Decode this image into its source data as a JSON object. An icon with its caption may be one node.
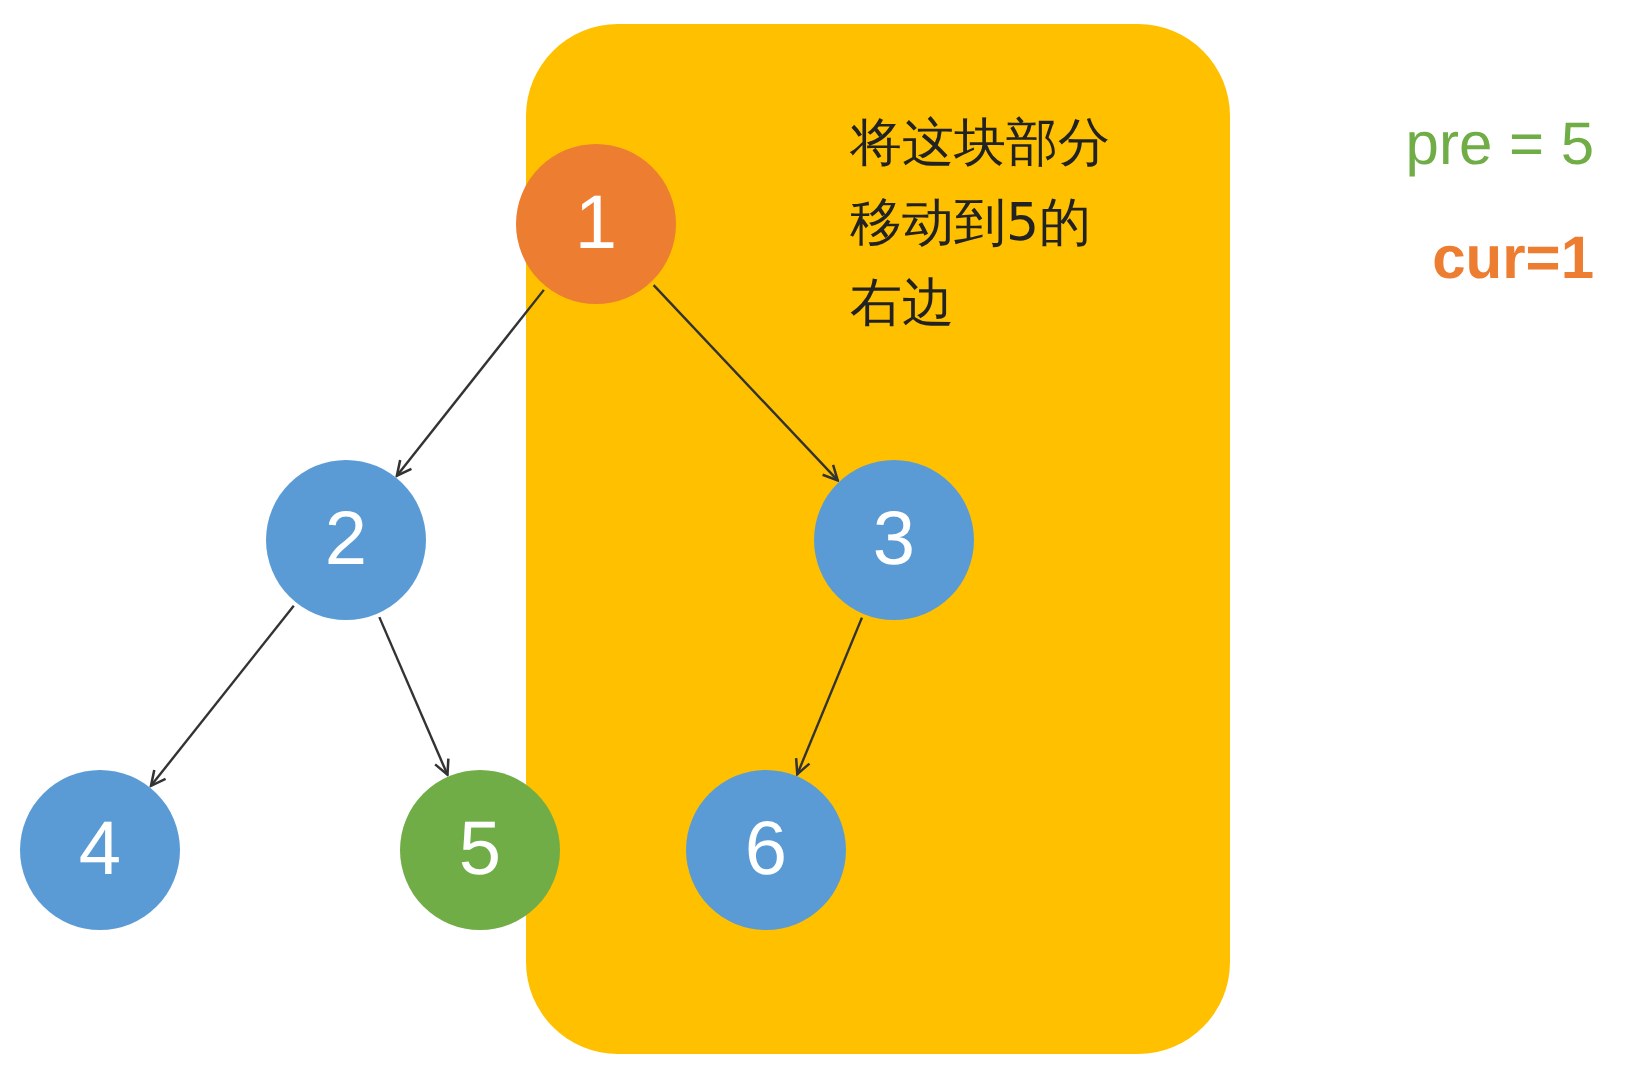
{
  "diagram": {
    "nodes": [
      {
        "text": [
          "将这块部分移动到5的右边"
        ]
      },
      {
        "text": [
          "1"
        ]
      },
      {
        "text": [
          "2"
        ]
      },
      {
        "text": [
          "3"
        ],
        "in": 0
      },
      {
        "text": [
          "4"
        ]
      },
      {
        "text": [
          "5"
        ]
      },
      {
        "text": [
          "6"
        ],
        "in": 0
      }
    ],
    "edges": [
      {
        "from": 1,
        "to": 2,
        "arrow": "to"
      },
      {
        "from": 1,
        "to": 3,
        "arrow": "to"
      },
      {
        "from": 2,
        "to": 4,
        "arrow": "to"
      },
      {
        "from": 2,
        "to": 5,
        "arrow": "to"
      },
      {
        "from": 3,
        "to": 6,
        "arrow": "to"
      }
    ],
    "labels": [
      "pre = 5",
      "cur=1"
    ]
  }
}
